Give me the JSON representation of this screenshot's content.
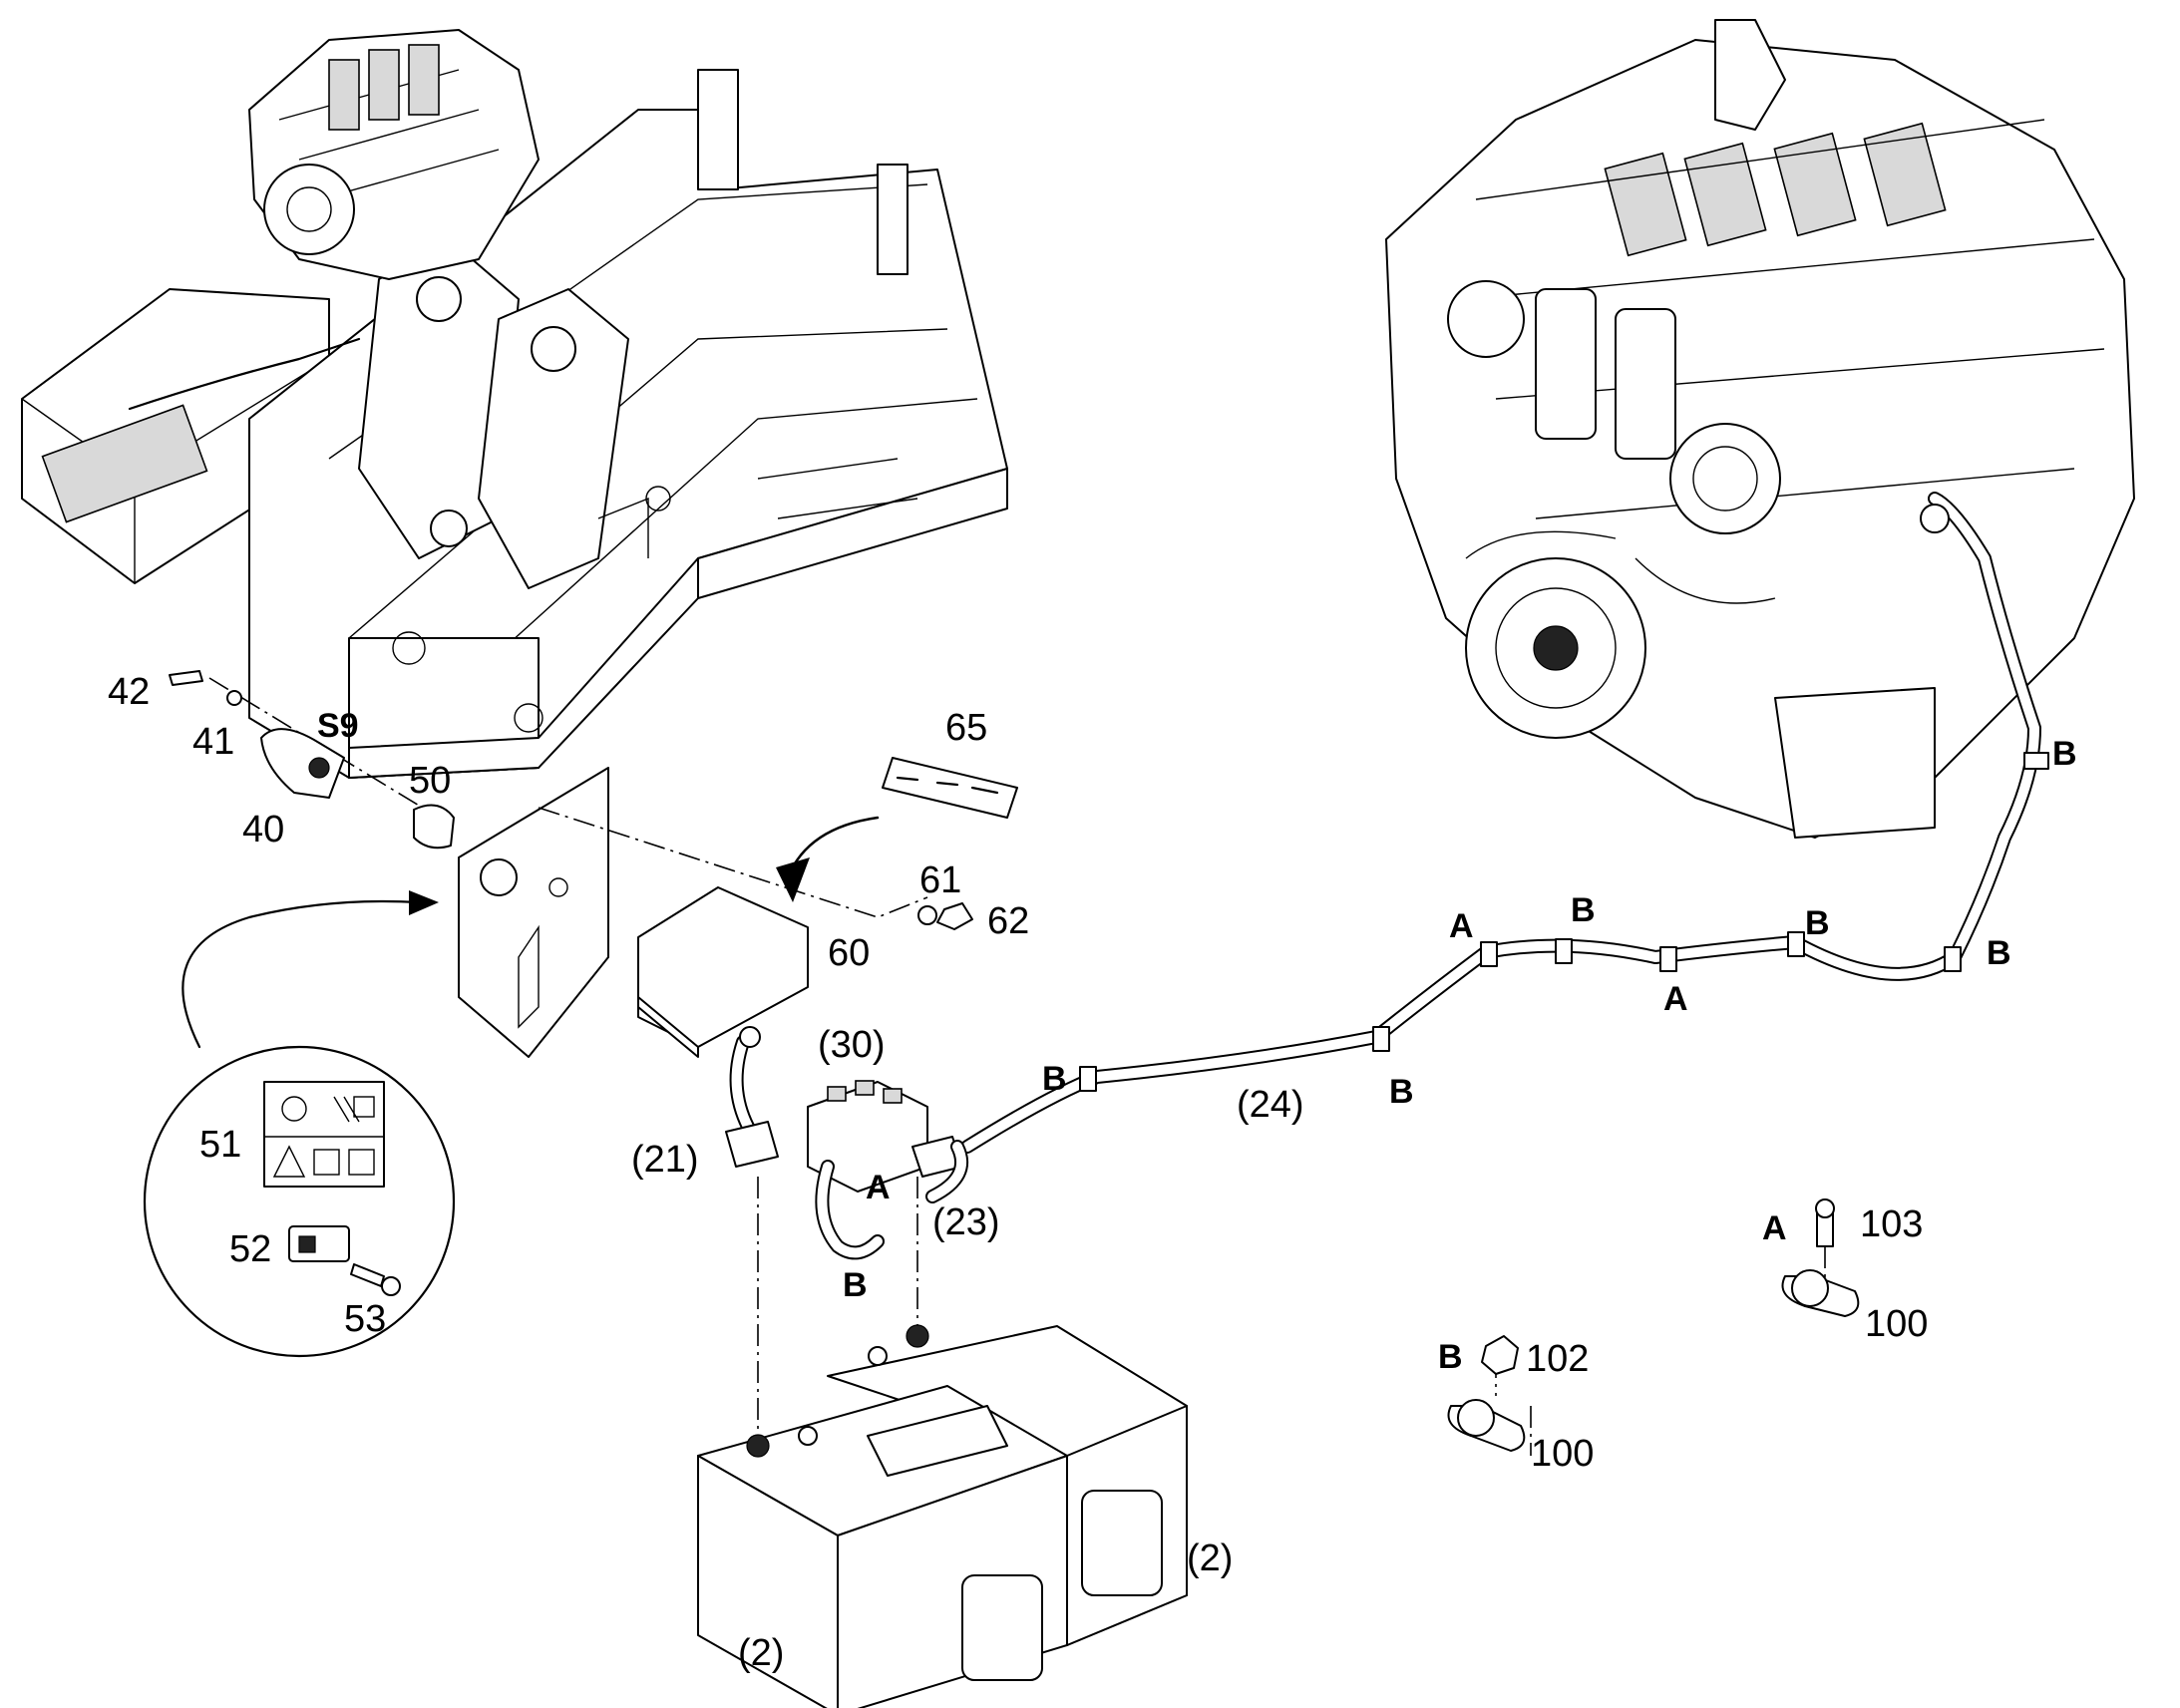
{
  "callouts": {
    "c42": "42",
    "c41": "41",
    "s9": "S9",
    "c40": "40",
    "c50": "50",
    "c65": "65",
    "c61": "61",
    "c62": "62",
    "c60": "60",
    "c30": "(30)",
    "c21": "(21)",
    "c23": "(23)",
    "c24": "(24)",
    "c51": "51",
    "c52": "52",
    "c53": "53",
    "c2a": "(2)",
    "c2b": "(2)",
    "c103": "103",
    "c100a": "100",
    "c102": "102",
    "c100b": "100"
  },
  "clamp_marks": {
    "a": "A",
    "b": "B"
  },
  "icons": [
    "frame-chassis",
    "engine-small",
    "engine-large",
    "battery-pair",
    "battery-disconnect-switch",
    "decal-sticker",
    "clamp-fastener"
  ]
}
